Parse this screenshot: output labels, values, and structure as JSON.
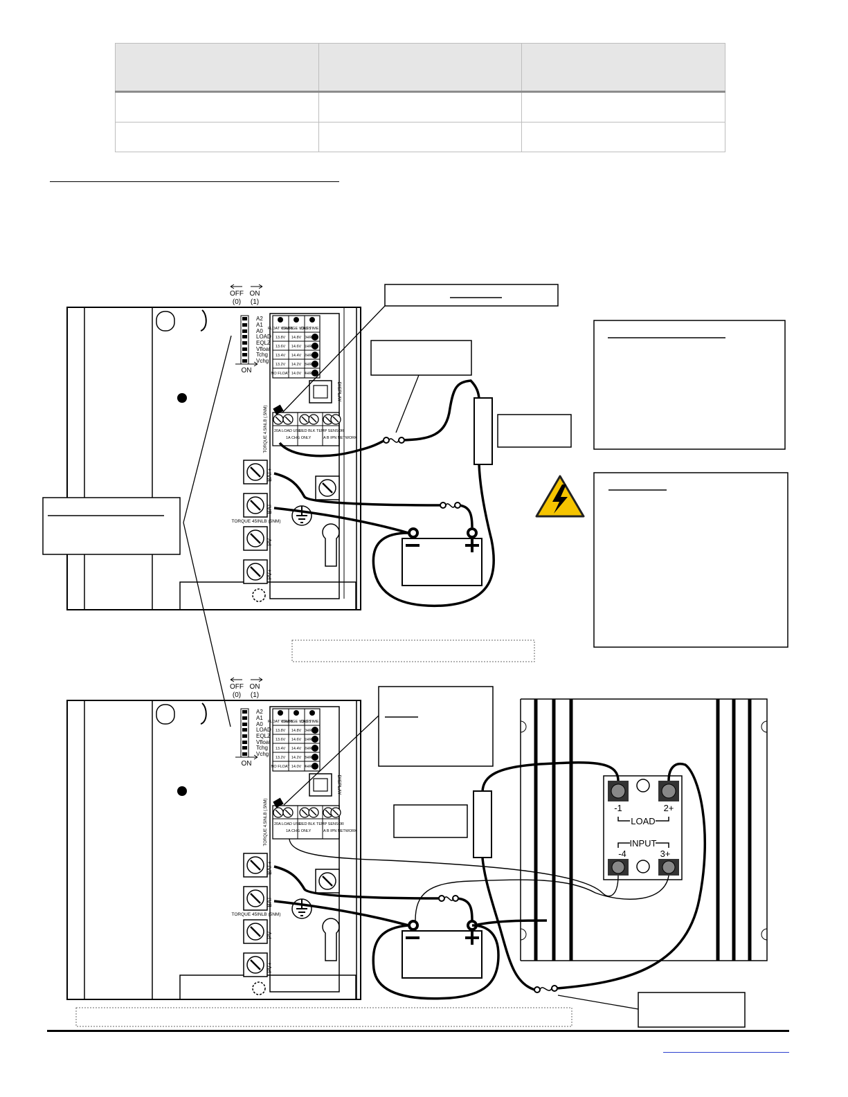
{
  "table": {
    "headers": [
      "",
      "",
      ""
    ],
    "rows": [
      [
        "",
        "",
        ""
      ],
      [
        "",
        "",
        ""
      ]
    ]
  },
  "top_diagram": {
    "switch_labels": [
      "A2",
      "A1",
      "A0",
      "LOAD",
      "EQLZ",
      "Vfloat",
      "Tchg",
      "Vchg"
    ],
    "off_label": "OFF",
    "off_sub": "(0)",
    "on_label": "ON",
    "on_sub": "(1)",
    "on_bottom": "ON",
    "grid": [
      [
        "FLOAT VOLTS",
        "CHARGE VOLTS",
        "CHG TIME"
      ],
      [
        "13.8V",
        "14.8V",
        "0HR"
      ],
      [
        "13.6V",
        "14.6V",
        "1HR"
      ],
      [
        "13.4V",
        "14.4V",
        "2HR"
      ],
      [
        "13.2V",
        "14.2V",
        "3HR"
      ],
      [
        "NO FLOAT",
        "14.0V",
        "4HR"
      ]
    ],
    "display_label": "DISPLAY",
    "torque_label": "TORQUE 4.5INLB (.5NM)",
    "term_labels": [
      "20A LOAD USE",
      "1A CHG ONLY",
      "RED BLK TEMP SENSOR",
      "A B IPN NETWORK"
    ],
    "bat_pos": "BAT+",
    "bat_neg": "BAT-",
    "pv_neg": "PV-",
    "pv_pos": "PV+",
    "torque_big": "TORQUE 45INLB (5NM)"
  },
  "bottom_diagram": {
    "ssr_top_left": "-1",
    "ssr_top_right": "2+",
    "ssr_load": "LOAD",
    "ssr_input": "INPUT",
    "ssr_bottom_left": "-4",
    "ssr_bottom_right": "3+"
  },
  "battery": {
    "neg": "−",
    "pos": "+"
  }
}
